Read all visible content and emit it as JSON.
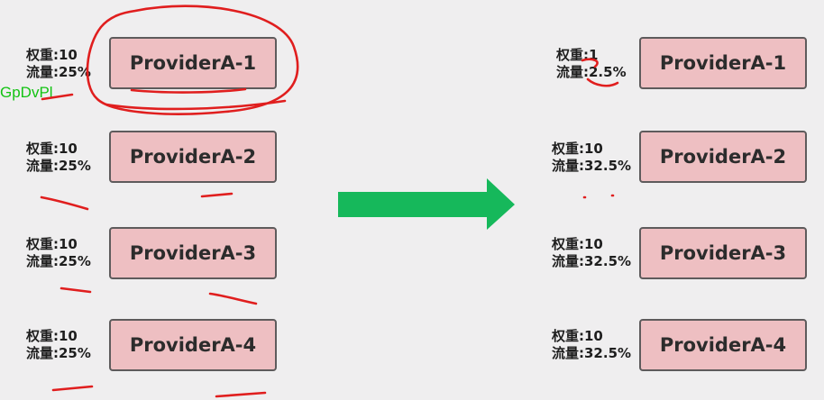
{
  "colors": {
    "background": "#efeeef",
    "box_fill": "#eebfc2",
    "box_border": "#5e5b5c",
    "annotation": "#e01e1e",
    "arrow": "#16b85b",
    "watermark": "#13c313"
  },
  "watermark": "GpDvPl",
  "before": [
    {
      "name": "ProviderA-1",
      "weight": "权重:10",
      "traffic": "流量:25%"
    },
    {
      "name": "ProviderA-2",
      "weight": "权重:10",
      "traffic": "流量:25%"
    },
    {
      "name": "ProviderA-3",
      "weight": "权重:10",
      "traffic": "流量:25%"
    },
    {
      "name": "ProviderA-4",
      "weight": "权重:10",
      "traffic": "流量:25%"
    }
  ],
  "after": [
    {
      "name": "ProviderA-1",
      "weight": "权重:1",
      "traffic": "流量:2.5%"
    },
    {
      "name": "ProviderA-2",
      "weight": "权重:10",
      "traffic": "流量:32.5%"
    },
    {
      "name": "ProviderA-3",
      "weight": "权重:10",
      "traffic": "流量:32.5%"
    },
    {
      "name": "ProviderA-4",
      "weight": "权重:10",
      "traffic": "流量:32.5%"
    }
  ]
}
